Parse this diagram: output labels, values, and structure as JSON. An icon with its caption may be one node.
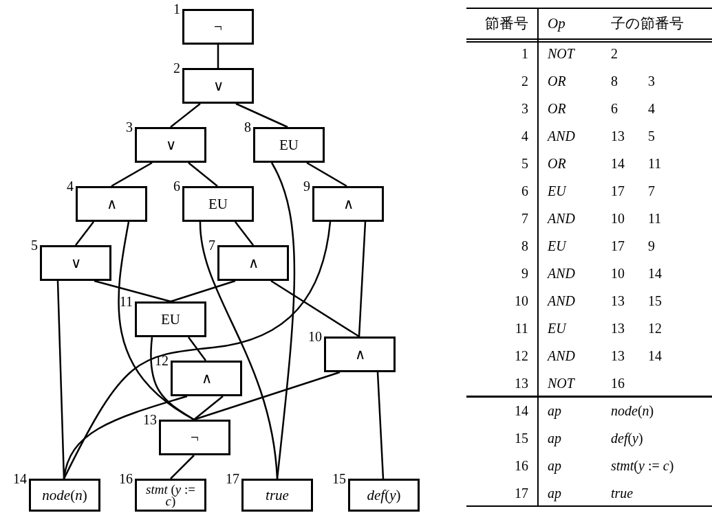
{
  "diagram": {
    "nodes": [
      {
        "text": [
          "¬"
        ],
        "beside": [
          "1"
        ]
      },
      {
        "text": [
          "∨"
        ],
        "beside": [
          "2"
        ]
      },
      {
        "text": [
          "∨"
        ],
        "beside": [
          "3"
        ]
      },
      {
        "text": [
          "∧"
        ],
        "beside": [
          "4"
        ]
      },
      {
        "text": [
          "∨"
        ],
        "beside": [
          "5"
        ]
      },
      {
        "text": [
          "EU"
        ],
        "beside": [
          "6"
        ]
      },
      {
        "text": [
          "∧"
        ],
        "beside": [
          "7"
        ]
      },
      {
        "text": [
          "EU"
        ],
        "beside": [
          "8"
        ]
      },
      {
        "text": [
          "∧"
        ],
        "beside": [
          "9"
        ]
      },
      {
        "text": [
          "∧"
        ],
        "beside": [
          "10"
        ]
      },
      {
        "text": [
          "EU"
        ],
        "beside": [
          "11"
        ]
      },
      {
        "text": [
          "∧"
        ],
        "beside": [
          "12"
        ]
      },
      {
        "text": [
          "¬"
        ],
        "beside": [
          "13"
        ]
      },
      {
        "text": [
          "*node*(*n*)"
        ],
        "beside": [
          "14"
        ]
      },
      {
        "text": [
          "*def*(*y*)"
        ],
        "beside": [
          "15"
        ]
      },
      {
        "text": [
          "*stmt* (*y* := *c*)"
        ],
        "beside": [
          "16"
        ]
      },
      {
        "text": [
          "*true*"
        ],
        "beside": [
          "17"
        ]
      }
    ],
    "edges": [
      {
        "from": 0,
        "to": 1,
        "arrow": "none"
      },
      {
        "from": 1,
        "to": 7,
        "arrow": "none"
      },
      {
        "from": 1,
        "to": 2,
        "arrow": "none"
      },
      {
        "from": 2,
        "to": 5,
        "arrow": "none"
      },
      {
        "from": 2,
        "to": 3,
        "arrow": "none"
      },
      {
        "from": 3,
        "to": 12,
        "arrow": "none"
      },
      {
        "from": 3,
        "to": 4,
        "arrow": "none"
      },
      {
        "from": 4,
        "to": 13,
        "arrow": "none"
      },
      {
        "from": 4,
        "to": 10,
        "arrow": "none"
      },
      {
        "from": 5,
        "to": 16,
        "arrow": "none"
      },
      {
        "from": 5,
        "to": 6,
        "arrow": "none"
      },
      {
        "from": 6,
        "to": 9,
        "arrow": "none"
      },
      {
        "from": 6,
        "to": 10,
        "arrow": "none"
      },
      {
        "from": 7,
        "to": 16,
        "arrow": "none"
      },
      {
        "from": 7,
        "to": 8,
        "arrow": "none"
      },
      {
        "from": 8,
        "to": 9,
        "arrow": "none"
      },
      {
        "from": 8,
        "to": 13,
        "arrow": "none"
      },
      {
        "from": 9,
        "to": 12,
        "arrow": "none"
      },
      {
        "from": 9,
        "to": 14,
        "arrow": "none"
      },
      {
        "from": 10,
        "to": 12,
        "arrow": "none"
      },
      {
        "from": 10,
        "to": 11,
        "arrow": "none"
      },
      {
        "from": 11,
        "to": 12,
        "arrow": "none"
      },
      {
        "from": 11,
        "to": 13,
        "arrow": "none"
      },
      {
        "from": 12,
        "to": 15,
        "arrow": "none"
      }
    ],
    "labels": [
      "節番号",
      "Op",
      "子の節番号",
      "1",
      "NOT",
      "2",
      "2",
      "OR",
      "8",
      "3",
      "3",
      "OR",
      "6",
      "4",
      "4",
      "AND",
      "13",
      "5",
      "5",
      "OR",
      "14",
      "11",
      "6",
      "EU",
      "17",
      "7",
      "7",
      "AND",
      "10",
      "11",
      "8",
      "EU",
      "17",
      "9",
      "9",
      "AND",
      "10",
      "14",
      "10",
      "AND",
      "13",
      "15",
      "11",
      "EU",
      "13",
      "12",
      "12",
      "AND",
      "13",
      "14",
      "13",
      "NOT",
      "16",
      "14",
      "ap",
      "*node*(*n*)",
      "15",
      "ap",
      "*def*(*y*)",
      "16",
      "ap",
      "*stmt*(*y* := *c*)",
      "17",
      "ap",
      "true"
    ]
  }
}
